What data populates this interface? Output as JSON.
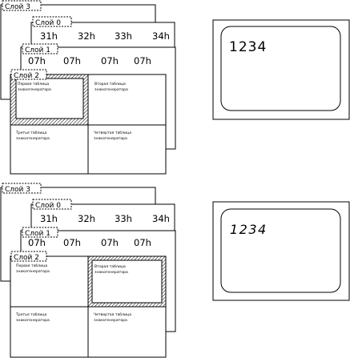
{
  "labels": {
    "layer3": "Слой 3",
    "layer0": "Слой 0",
    "layer1": "Слой 1",
    "layer2": "Слой 2"
  },
  "layer0_values": [
    "31h",
    "32h",
    "33h",
    "34h"
  ],
  "layer1_values": [
    "07h",
    "07h",
    "07h",
    "07h"
  ],
  "cells": {
    "c1a": "Первая таблица",
    "c1b": "знакогенератора",
    "c2a": "Вторая таблица",
    "c2b": "знакогенератора",
    "c3a": "Третья таблица",
    "c3b": "знакогенератора",
    "c4a": "Четвертая таблица",
    "c4b": "знакогенератора"
  },
  "screen_text_top": "1234",
  "screen_text_bottom": "1234"
}
